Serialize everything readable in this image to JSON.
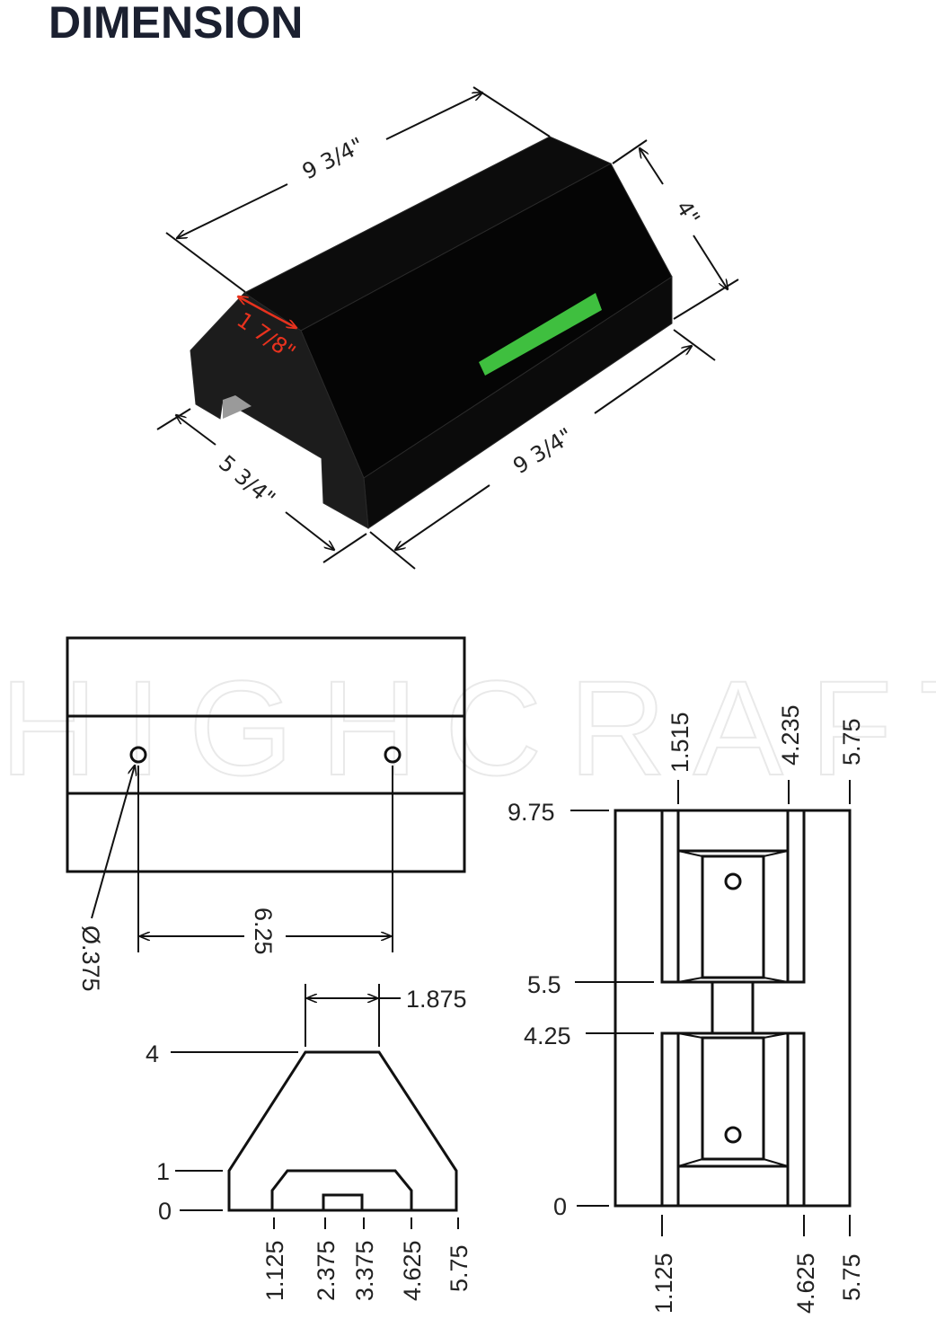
{
  "title": "DIMENSION",
  "watermark": "HIGHCRAFT",
  "colors": {
    "block": "#0a0a0a",
    "stripe": "#3fbf3f",
    "highlight_dim": "#e8321e",
    "title": "#1b2030"
  },
  "isometric_view": {
    "length_top": "9 3/4\"",
    "height": "4\"",
    "length_bottom": "9 3/4\"",
    "width": "5 3/4\"",
    "top_width": "1 7/8\""
  },
  "front_view": {
    "hole_diameter": "Ø.375",
    "hole_spacing": "6.25"
  },
  "profile_view": {
    "top_width": "1.875",
    "y_labels": [
      "4",
      "1",
      "0"
    ],
    "x_labels": [
      "1.125",
      "2.375",
      "3.375",
      "4.625",
      "5.75"
    ]
  },
  "top_view": {
    "y_labels": [
      "9.75",
      "5.5",
      "4.25",
      "0"
    ],
    "top_x_labels": [
      "1.515",
      "4.235",
      "5.75"
    ],
    "bottom_x_labels": [
      "1.125",
      "4.625",
      "5.75"
    ]
  }
}
